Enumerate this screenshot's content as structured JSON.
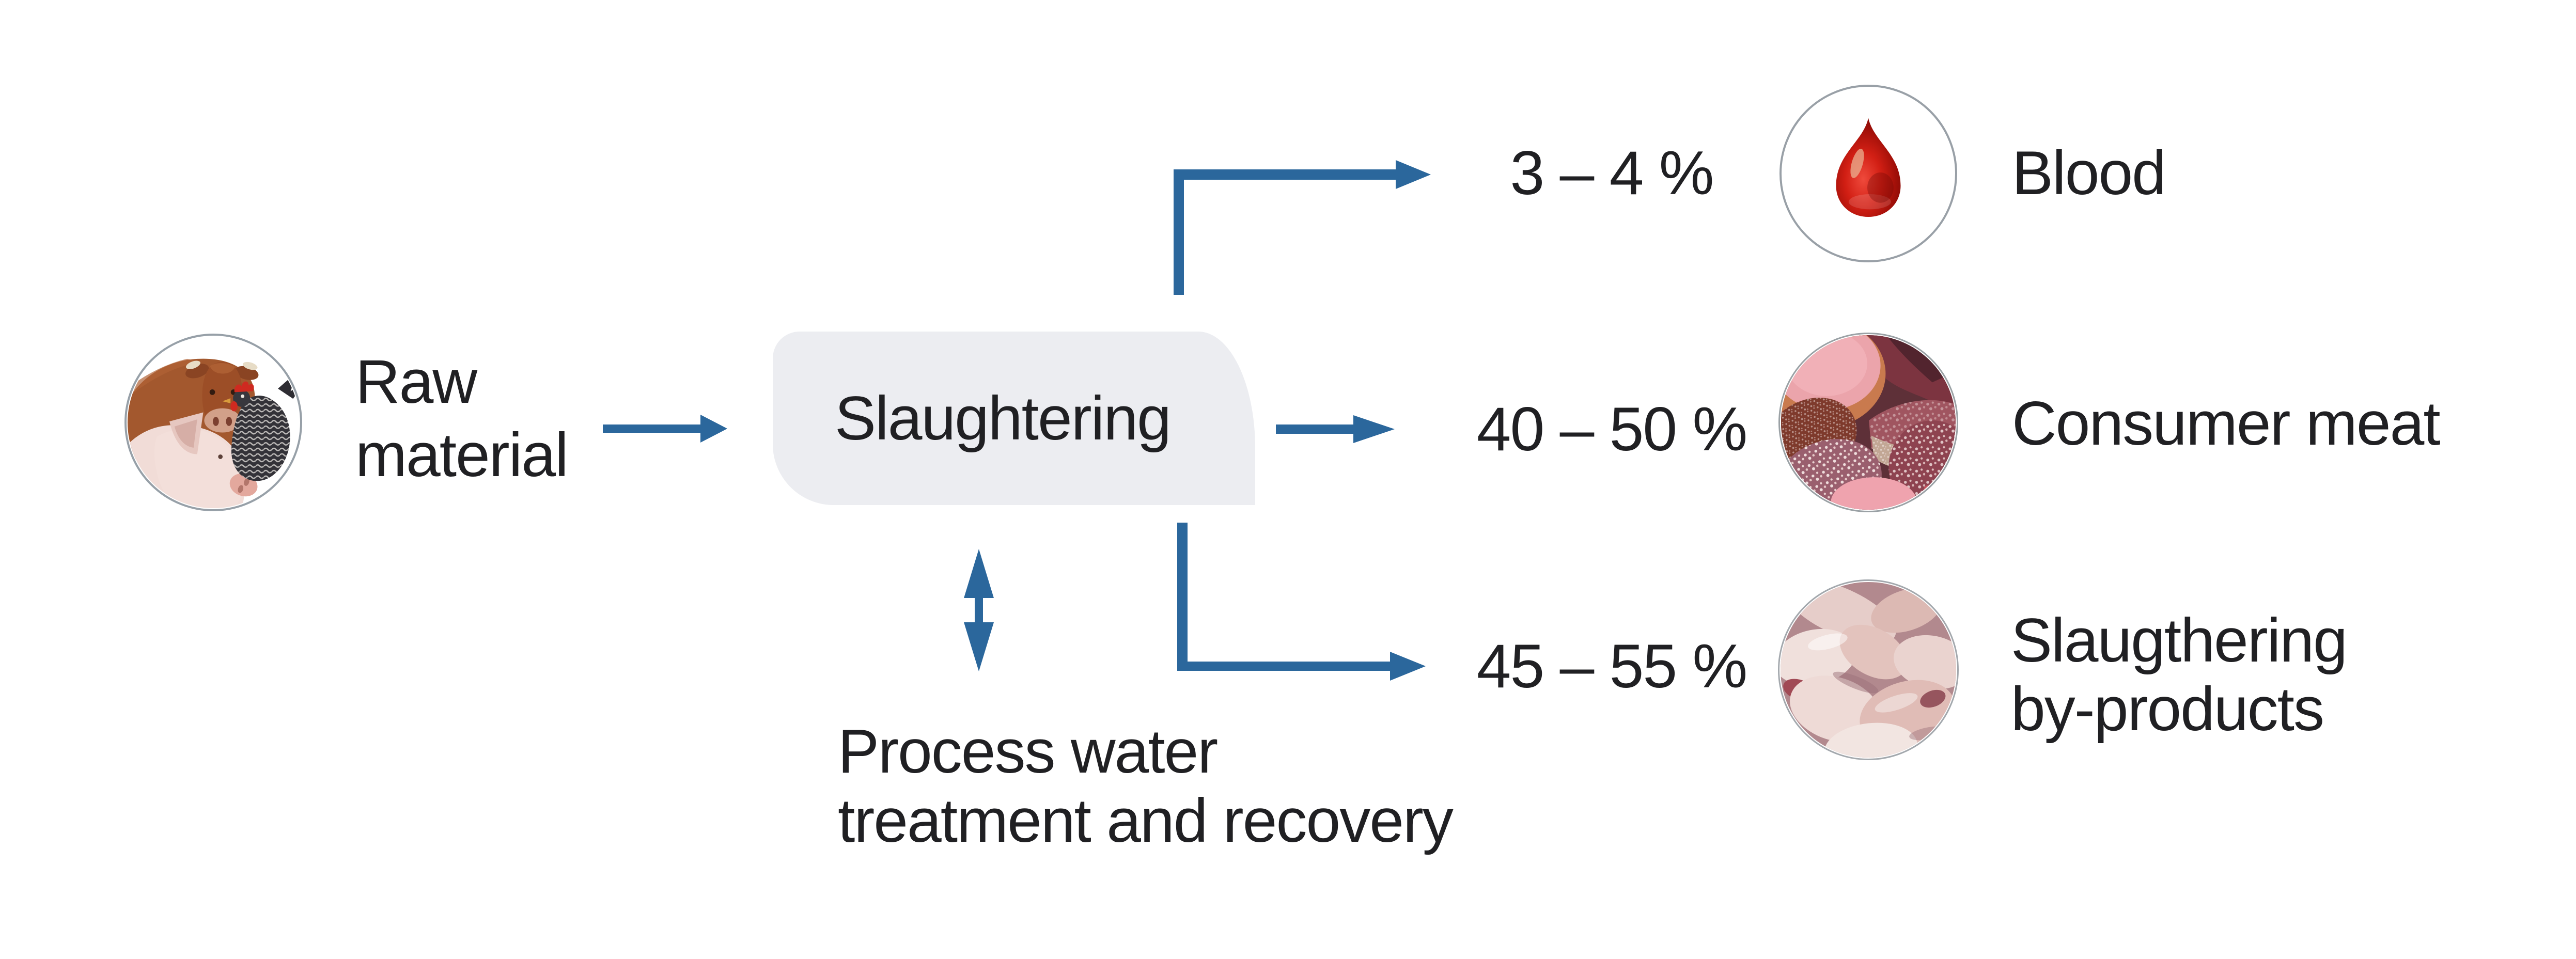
{
  "colors": {
    "accent_blue": "#2b679c",
    "box_fill": "#ecedf1",
    "text": "#202023",
    "background": "#ffffff",
    "blood_red": "#c41511",
    "circle_border": "#9aa1a8"
  },
  "flow": {
    "raw_material": {
      "line1": "Raw",
      "line2": "material",
      "icon": "farm-animals-photo"
    },
    "process": {
      "label": "Slaughtering",
      "shape": "rounded-rectangle"
    },
    "process_water": {
      "line1": "Process water",
      "line2": "treatment and recovery",
      "connector": "double-headed-vertical-arrow"
    },
    "outputs": [
      {
        "percent": "3 – 4 %",
        "percent_min": 3,
        "percent_max": 4,
        "label": "Blood",
        "icon": "blood-drop-icon"
      },
      {
        "percent": "40 – 50 %",
        "percent_min": 40,
        "percent_max": 50,
        "label": "Consumer meat",
        "icon": "consumer-meat-photo"
      },
      {
        "percent": "45 – 55 %",
        "percent_min": 45,
        "percent_max": 55,
        "label_line1": "Slaugthering",
        "label_line2": "by-products",
        "icon": "slaughtering-byproducts-photo"
      }
    ]
  }
}
